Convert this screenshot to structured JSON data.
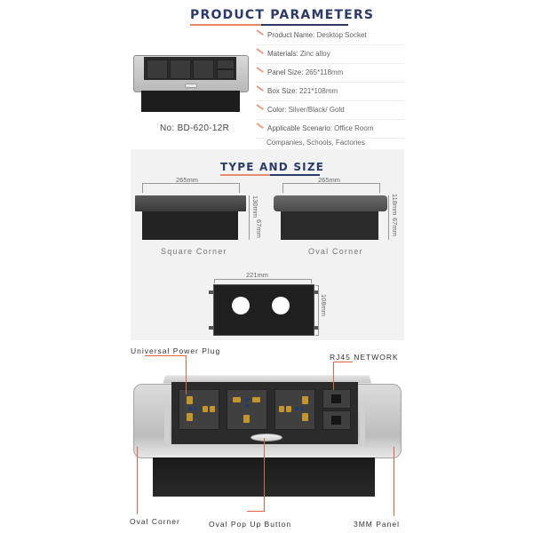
{
  "sections": {
    "parameters_title": "PRODUCT PARAMETERS",
    "type_size_title": "TYPE AND SIZE"
  },
  "product": {
    "model_label": "No:",
    "model_number": "BD-620-12R"
  },
  "parameters": [
    {
      "key": "Product Name:",
      "value": "Desktop Socket"
    },
    {
      "key": "Materials:",
      "value": "Zinc alloy"
    },
    {
      "key": "Panel Size:",
      "value": "265*118mm"
    },
    {
      "key": "Box Size:",
      "value": "221*108mm"
    },
    {
      "key": "Color:",
      "value": "Silver/Black/ Gold"
    },
    {
      "key": "Applicable Scenario:",
      "value": "Office Room"
    },
    {
      "key": "",
      "value": "Companies, Schools, Factories"
    }
  ],
  "type_and_size": {
    "square": {
      "width": "265mm",
      "depth": "130mm",
      "height": "67mm",
      "caption": "Square Corner"
    },
    "oval": {
      "width": "265mm",
      "depth": "118mm",
      "height": "67mm",
      "caption": "Oval Corner"
    },
    "box": {
      "width": "221mm",
      "height": "108mm"
    }
  },
  "features": {
    "universal_power_plug": "Universal Power Plug",
    "rj45_network": "RJ45 NETWORK",
    "oval_corner": "Oval Corner",
    "oval_pop_up_button": "Oval Pop Up Button",
    "panel_3mm": "3MM Panel"
  },
  "colors": {
    "title_navy": "#2c3a6b",
    "accent_orange": "#e0643f",
    "band_gray": "#f2f2f2",
    "pin_gold": "#c2952e"
  }
}
